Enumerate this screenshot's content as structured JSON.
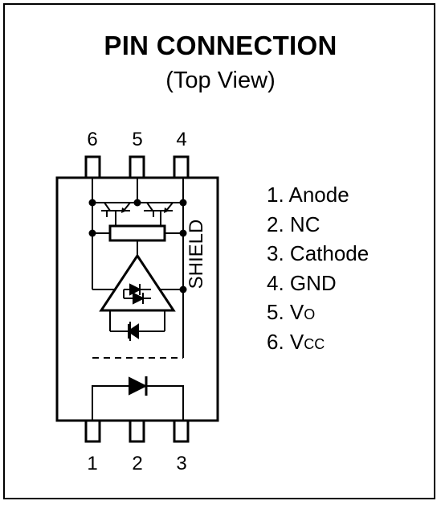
{
  "title": "PIN CONNECTION",
  "subtitle": "(Top View)",
  "shield_label": "SHIELD",
  "top_pins": [
    {
      "number": "6"
    },
    {
      "number": "5"
    },
    {
      "number": "4"
    }
  ],
  "bottom_pins": [
    {
      "number": "1"
    },
    {
      "number": "2"
    },
    {
      "number": "3"
    }
  ],
  "pin_list": [
    {
      "num": "1.",
      "name": "Anode",
      "sub": ""
    },
    {
      "num": "2.",
      "name": "NC",
      "sub": ""
    },
    {
      "num": "3.",
      "name": "Cathode",
      "sub": ""
    },
    {
      "num": "4.",
      "name": "GND",
      "sub": ""
    },
    {
      "num": "5.",
      "name": "V",
      "sub": "O"
    },
    {
      "num": "6.",
      "name": "V",
      "sub": "CC"
    }
  ]
}
